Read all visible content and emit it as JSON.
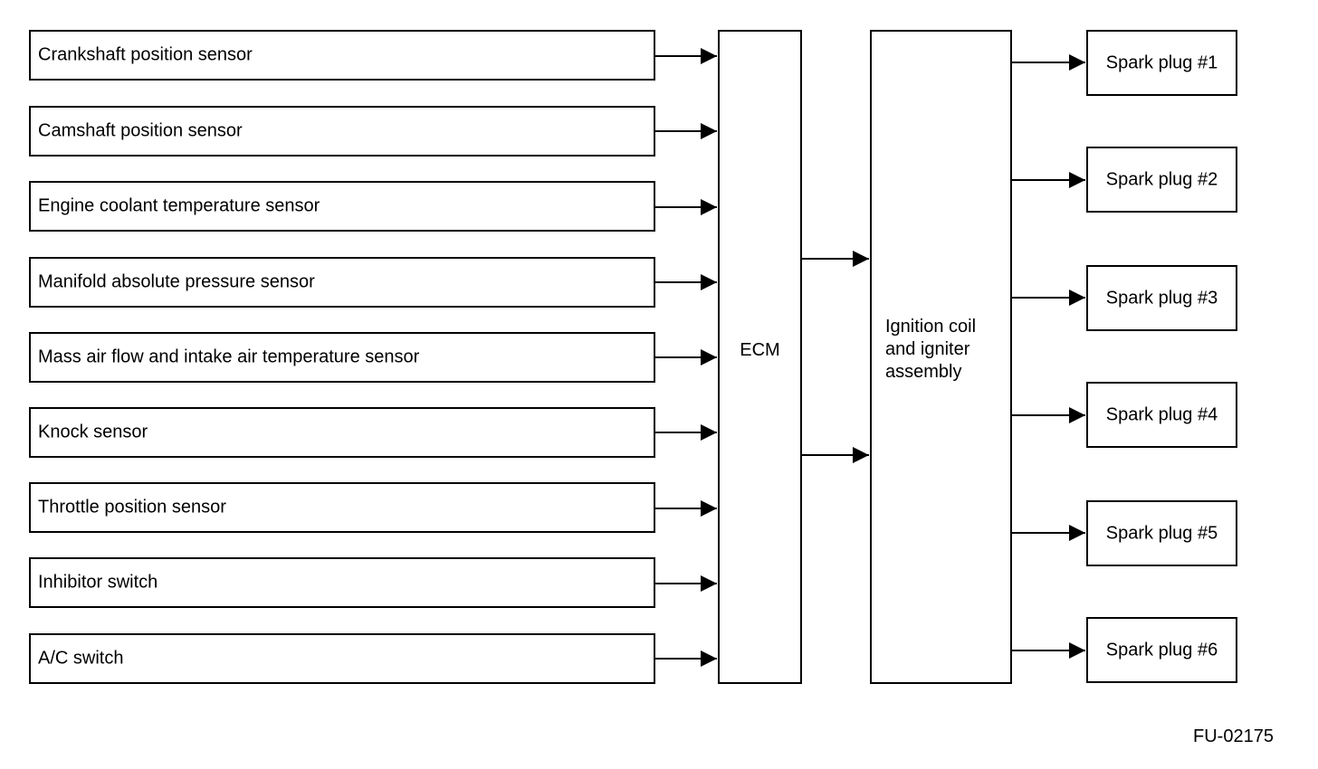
{
  "inputs": [
    {
      "label": "Crankshaft position sensor"
    },
    {
      "label": "Camshaft position sensor"
    },
    {
      "label": "Engine coolant temperature sensor"
    },
    {
      "label": "Manifold absolute pressure sensor"
    },
    {
      "label": "Mass air flow and intake air temperature sensor"
    },
    {
      "label": "Knock sensor"
    },
    {
      "label": "Throttle position sensor"
    },
    {
      "label": "Inhibitor switch"
    },
    {
      "label": "A/C switch"
    }
  ],
  "ecm": {
    "label": "ECM"
  },
  "coil": {
    "label": "Ignition coil\nand igniter\nassembly"
  },
  "outputs": [
    {
      "label": "Spark plug #1"
    },
    {
      "label": "Spark plug #2"
    },
    {
      "label": "Spark plug #3"
    },
    {
      "label": "Spark plug #4"
    },
    {
      "label": "Spark plug #5"
    },
    {
      "label": "Spark plug #6"
    }
  ],
  "figure_code": "FU-02175"
}
